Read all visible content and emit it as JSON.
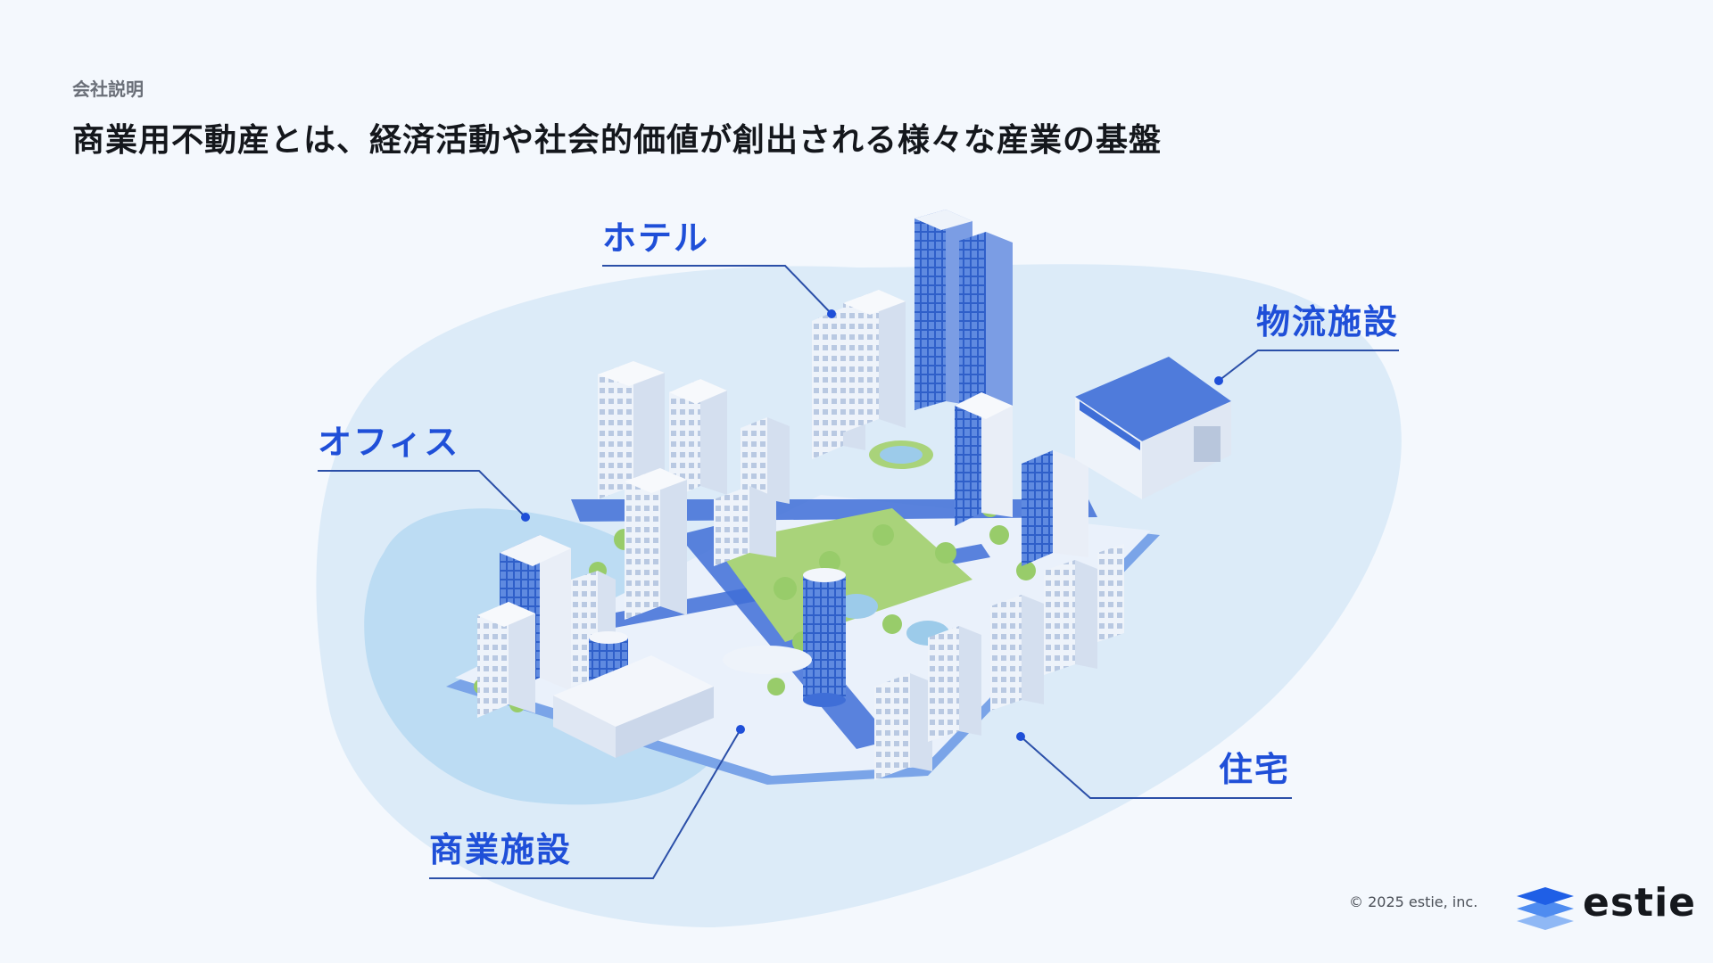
{
  "header": {
    "section_label": "会社説明",
    "title": "商業用不動産とは、経済活動や社会的価値が創出される様々な産業の基盤"
  },
  "callouts": {
    "hotel": "ホテル",
    "logistics": "物流施設",
    "office": "オフィス",
    "residential": "住宅",
    "retail": "商業施設"
  },
  "footer": {
    "copyright": "© 2025 estie, inc.",
    "logo_text": "estie"
  },
  "colors": {
    "accent": "#1f4fd8",
    "background": "#f4f8fd",
    "blob_light": "#dcebf8",
    "blob_mid": "#bcdcf3",
    "glass_blue": "#3e6fd6",
    "park_green": "#a9d37a"
  }
}
